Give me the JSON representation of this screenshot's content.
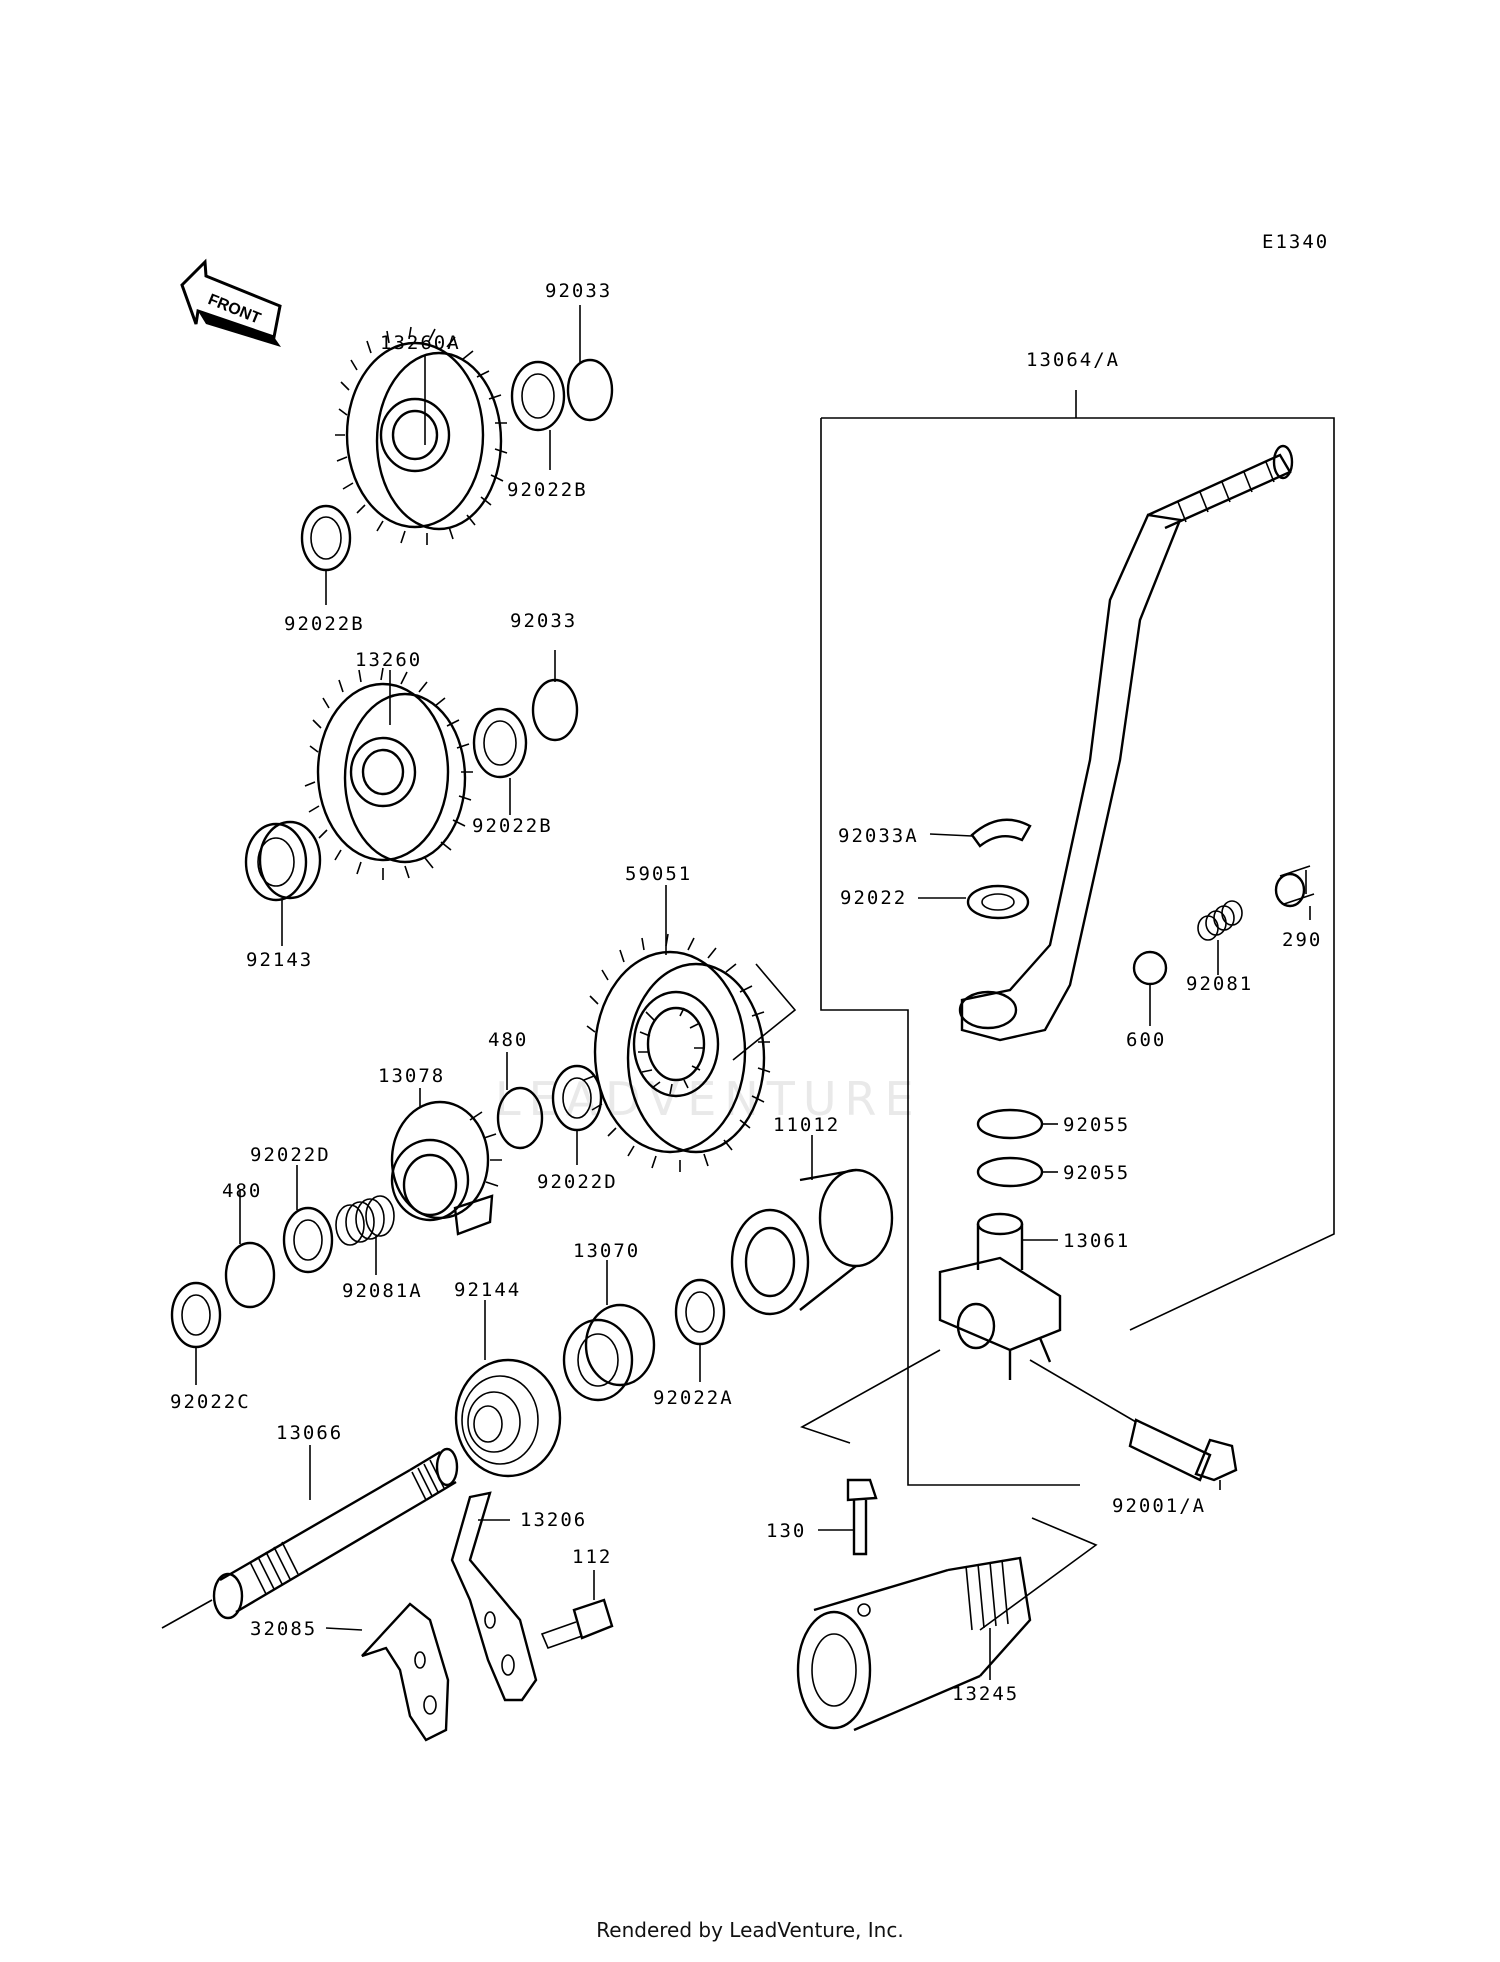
{
  "diagram_code": "E1340",
  "front_label": "FRONT",
  "watermark": "LEADVENTURE",
  "footer": "Rendered by LeadVenture, Inc.",
  "labels": {
    "p13260A": "13260A",
    "p92033_1": "92033",
    "p92022B_1": "92022B",
    "p92022B_2": "92022B",
    "p13260": "13260",
    "p92033_2": "92033",
    "p92022B_3": "92022B",
    "p92143": "92143",
    "p59051": "59051",
    "p480_1": "480",
    "p13078": "13078",
    "p92022D_1": "92022D",
    "p92022D_2": "92022D",
    "p480_2": "480",
    "p92081A": "92081A",
    "p92022C": "92022C",
    "p11012": "11012",
    "p13070": "13070",
    "p92144": "92144",
    "p92022A": "92022A",
    "p13066": "13066",
    "p13206": "13206",
    "p112": "112",
    "p32085": "32085",
    "p13064A": "13064/A",
    "p92033A": "92033A",
    "p92022": "92022",
    "p290": "290",
    "p92081": "92081",
    "p600": "600",
    "p92055_1": "92055",
    "p92055_2": "92055",
    "p13061": "13061",
    "p92001A": "92001/A",
    "p130": "130",
    "p13245": "13245"
  }
}
